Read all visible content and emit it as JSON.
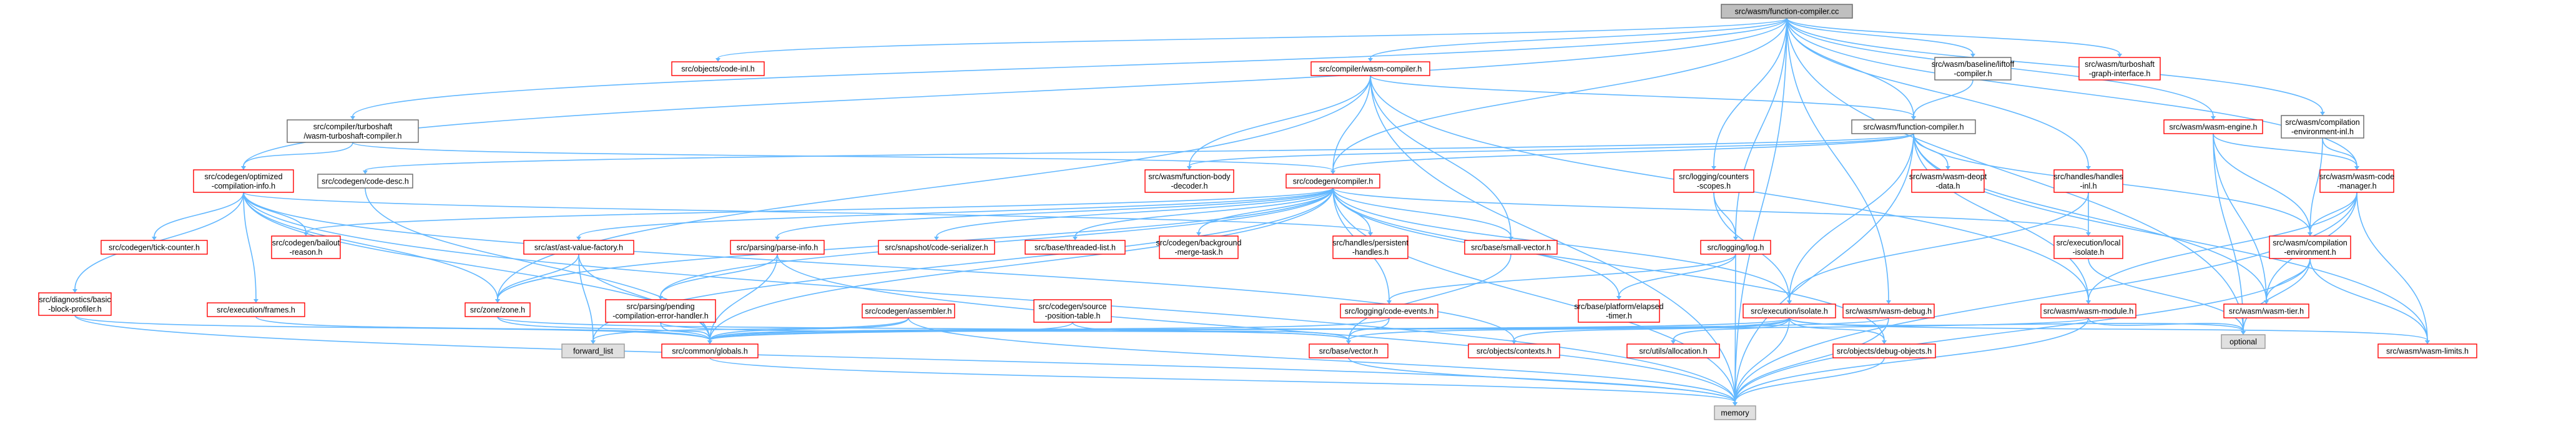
{
  "nodes": [
    {
      "id": "root",
      "lines": [
        "src/wasm/function-compiler.cc"
      ],
      "style": "root"
    },
    {
      "id": "objects_code_inl",
      "lines": [
        "src/objects/code-inl.h"
      ],
      "style": "red"
    },
    {
      "id": "compiler_wasm_compiler",
      "lines": [
        "src/compiler/wasm-compiler.h"
      ],
      "style": "red"
    },
    {
      "id": "wasm_baseline_liftoff",
      "lines": [
        "src/wasm/baseline/liftoff",
        "-compiler.h"
      ],
      "style": "black"
    },
    {
      "id": "wasm_turboshaft_graph",
      "lines": [
        "src/wasm/turboshaft",
        "-graph-interface.h"
      ],
      "style": "red"
    },
    {
      "id": "wasm_engine",
      "lines": [
        "src/wasm/wasm-engine.h"
      ],
      "style": "red"
    },
    {
      "id": "wasm_compilation_env_inl",
      "lines": [
        "src/wasm/compilation",
        "-environment-inl.h"
      ],
      "style": "black"
    },
    {
      "id": "compiler_turboshaft_wasm",
      "lines": [
        "src/compiler/turboshaft",
        "/wasm-turboshaft-compiler.h"
      ],
      "style": "black"
    },
    {
      "id": "wasm_function_compiler",
      "lines": [
        "src/wasm/function-compiler.h"
      ],
      "style": "black"
    },
    {
      "id": "codegen_optimized_comp",
      "lines": [
        "src/codegen/optimized",
        "-compilation-info.h"
      ],
      "style": "red"
    },
    {
      "id": "codegen_code_desc",
      "lines": [
        "src/codegen/code-desc.h"
      ],
      "style": "black"
    },
    {
      "id": "wasm_function_body_decoder",
      "lines": [
        "src/wasm/function-body",
        "-decoder.h"
      ],
      "style": "red"
    },
    {
      "id": "codegen_compiler",
      "lines": [
        "src/codegen/compiler.h"
      ],
      "style": "red"
    },
    {
      "id": "logging_counters_scopes",
      "lines": [
        "src/logging/counters",
        "-scopes.h"
      ],
      "style": "red"
    },
    {
      "id": "wasm_deopt_data",
      "lines": [
        "src/wasm/wasm-deopt",
        "-data.h"
      ],
      "style": "red"
    },
    {
      "id": "handles_handles_inl",
      "lines": [
        "src/handles/handles",
        "-inl.h"
      ],
      "style": "red"
    },
    {
      "id": "wasm_code_manager",
      "lines": [
        "src/wasm/wasm-code",
        "-manager.h"
      ],
      "style": "red"
    },
    {
      "id": "codegen_tick_counter",
      "lines": [
        "src/codegen/tick-counter.h"
      ],
      "style": "red"
    },
    {
      "id": "codegen_bailout_reason",
      "lines": [
        "src/codegen/bailout",
        "-reason.h"
      ],
      "style": "red"
    },
    {
      "id": "ast_value_factory",
      "lines": [
        "src/ast/ast-value-factory.h"
      ],
      "style": "red"
    },
    {
      "id": "parsing_parse_info",
      "lines": [
        "src/parsing/parse-info.h"
      ],
      "style": "red"
    },
    {
      "id": "snapshot_code_serializer",
      "lines": [
        "src/snapshot/code-serializer.h"
      ],
      "style": "red"
    },
    {
      "id": "base_threaded_list",
      "lines": [
        "src/base/threaded-list.h"
      ],
      "style": "red"
    },
    {
      "id": "codegen_background_merge",
      "lines": [
        "src/codegen/background",
        "-merge-task.h"
      ],
      "style": "red"
    },
    {
      "id": "handles_persistent",
      "lines": [
        "src/handles/persistent",
        "-handles.h"
      ],
      "style": "red"
    },
    {
      "id": "base_small_vector",
      "lines": [
        "src/base/small-vector.h"
      ],
      "style": "red"
    },
    {
      "id": "logging_log",
      "lines": [
        "src/logging/log.h"
      ],
      "style": "red"
    },
    {
      "id": "execution_local_isolate",
      "lines": [
        "src/execution/local",
        "-isolate.h"
      ],
      "style": "red"
    },
    {
      "id": "wasm_compilation_env",
      "lines": [
        "src/wasm/compilation",
        "-environment.h"
      ],
      "style": "red"
    },
    {
      "id": "diagnostics_basic_block",
      "lines": [
        "src/diagnostics/basic",
        "-block-profiler.h"
      ],
      "style": "red"
    },
    {
      "id": "execution_frames",
      "lines": [
        "src/execution/frames.h"
      ],
      "style": "red"
    },
    {
      "id": "zone_zone",
      "lines": [
        "src/zone/zone.h"
      ],
      "style": "red"
    },
    {
      "id": "parsing_pending_comp",
      "lines": [
        "src/parsing/pending",
        "-compilation-error-handler.h"
      ],
      "style": "red"
    },
    {
      "id": "codegen_assembler",
      "lines": [
        "src/codegen/assembler.h"
      ],
      "style": "red"
    },
    {
      "id": "codegen_source_position",
      "lines": [
        "src/codegen/source",
        "-position-table.h"
      ],
      "style": "red"
    },
    {
      "id": "logging_code_events",
      "lines": [
        "src/logging/code-events.h"
      ],
      "style": "red"
    },
    {
      "id": "base_platform_elapsed",
      "lines": [
        "src/base/platform/elapsed",
        "-timer.h"
      ],
      "style": "red"
    },
    {
      "id": "execution_isolate",
      "lines": [
        "src/execution/isolate.h"
      ],
      "style": "red"
    },
    {
      "id": "wasm_wasm_debug",
      "lines": [
        "src/wasm/wasm-debug.h"
      ],
      "style": "red"
    },
    {
      "id": "wasm_wasm_module",
      "lines": [
        "src/wasm/wasm-module.h"
      ],
      "style": "red"
    },
    {
      "id": "wasm_wasm_tier",
      "lines": [
        "src/wasm/wasm-tier.h"
      ],
      "style": "red"
    },
    {
      "id": "forward_list",
      "lines": [
        "forward_list"
      ],
      "style": "gray"
    },
    {
      "id": "common_globals",
      "lines": [
        "src/common/globals.h"
      ],
      "style": "red"
    },
    {
      "id": "base_vector",
      "lines": [
        "src/base/vector.h"
      ],
      "style": "red"
    },
    {
      "id": "objects_contexts",
      "lines": [
        "src/objects/contexts.h"
      ],
      "style": "red"
    },
    {
      "id": "utils_allocation",
      "lines": [
        "src/utils/allocation.h"
      ],
      "style": "red"
    },
    {
      "id": "objects_debug_objects",
      "lines": [
        "src/objects/debug-objects.h"
      ],
      "style": "red"
    },
    {
      "id": "optional",
      "lines": [
        "optional"
      ],
      "style": "gray"
    },
    {
      "id": "wasm_wasm_limits",
      "lines": [
        "src/wasm/wasm-limits.h"
      ],
      "style": "red"
    },
    {
      "id": "memory",
      "lines": [
        "memory"
      ],
      "style": "gray"
    }
  ],
  "edges": [
    [
      "root",
      "objects_code_inl"
    ],
    [
      "root",
      "compiler_wasm_compiler"
    ],
    [
      "root",
      "wasm_baseline_liftoff"
    ],
    [
      "root",
      "wasm_turboshaft_graph"
    ],
    [
      "root",
      "wasm_engine"
    ],
    [
      "root",
      "wasm_compilation_env_inl"
    ],
    [
      "root",
      "wasm_function_compiler"
    ],
    [
      "root",
      "codegen_optimized_comp"
    ],
    [
      "root",
      "compiler_turboshaft_wasm"
    ],
    [
      "root",
      "codegen_compiler"
    ],
    [
      "root",
      "logging_counters_scopes"
    ],
    [
      "root",
      "handles_handles_inl"
    ],
    [
      "root",
      "wasm_code_manager"
    ],
    [
      "root",
      "logging_log"
    ],
    [
      "root",
      "wasm_wasm_debug"
    ],
    [
      "root",
      "optional"
    ],
    [
      "root",
      "memory"
    ],
    [
      "compiler_wasm_compiler",
      "wasm_function_compiler"
    ],
    [
      "compiler_wasm_compiler",
      "wasm_function_body_decoder"
    ],
    [
      "compiler_wasm_compiler",
      "codegen_compiler"
    ],
    [
      "compiler_wasm_compiler",
      "base_small_vector"
    ],
    [
      "compiler_wasm_compiler",
      "zone_zone"
    ],
    [
      "compiler_wasm_compiler",
      "wasm_wasm_module"
    ],
    [
      "compiler_wasm_compiler",
      "memory"
    ],
    [
      "wasm_baseline_liftoff",
      "wasm_function_compiler"
    ],
    [
      "compiler_turboshaft_wasm",
      "codegen_optimized_comp"
    ],
    [
      "compiler_turboshaft_wasm",
      "codegen_compiler"
    ],
    [
      "wasm_function_compiler",
      "codegen_code_desc"
    ],
    [
      "wasm_function_compiler",
      "wasm_function_body_decoder"
    ],
    [
      "wasm_function_compiler",
      "codegen_compiler"
    ],
    [
      "wasm_function_compiler",
      "wasm_deopt_data"
    ],
    [
      "wasm_function_compiler",
      "wasm_compilation_env"
    ],
    [
      "wasm_function_compiler",
      "wasm_wasm_module"
    ],
    [
      "wasm_function_compiler",
      "wasm_wasm_tier"
    ],
    [
      "wasm_function_compiler",
      "wasm_wasm_limits"
    ],
    [
      "wasm_function_compiler",
      "memory"
    ],
    [
      "wasm_function_compiler",
      "execution_isolate"
    ],
    [
      "wasm_engine",
      "wasm_code_manager"
    ],
    [
      "wasm_engine",
      "wasm_wasm_tier"
    ],
    [
      "wasm_engine",
      "wasm_compilation_env"
    ],
    [
      "wasm_engine",
      "optional"
    ],
    [
      "wasm_compilation_env_inl",
      "wasm_compilation_env"
    ],
    [
      "wasm_compilation_env_inl",
      "wasm_code_manager"
    ],
    [
      "wasm_code_manager",
      "wasm_compilation_env"
    ],
    [
      "wasm_code_manager",
      "wasm_wasm_tier"
    ],
    [
      "wasm_code_manager",
      "wasm_wasm_limits"
    ],
    [
      "wasm_code_manager",
      "wasm_wasm_module"
    ],
    [
      "wasm_code_manager",
      "memory"
    ],
    [
      "codegen_optimized_comp",
      "codegen_tick_counter"
    ],
    [
      "codegen_optimized_comp",
      "codegen_bailout_reason"
    ],
    [
      "codegen_optimized_comp",
      "diagnostics_basic_block"
    ],
    [
      "codegen_optimized_comp",
      "execution_frames"
    ],
    [
      "codegen_optimized_comp",
      "handles_persistent"
    ],
    [
      "codegen_optimized_comp",
      "zone_zone"
    ],
    [
      "codegen_optimized_comp",
      "common_globals"
    ],
    [
      "codegen_optimized_comp",
      "memory"
    ],
    [
      "codegen_optimized_comp",
      "objects_contexts"
    ],
    [
      "codegen_code_desc",
      "common_globals"
    ],
    [
      "codegen_compiler",
      "codegen_bailout_reason"
    ],
    [
      "codegen_compiler",
      "ast_value_factory"
    ],
    [
      "codegen_compiler",
      "parsing_parse_info"
    ],
    [
      "codegen_compiler",
      "snapshot_code_serializer"
    ],
    [
      "codegen_compiler",
      "base_threaded_list"
    ],
    [
      "codegen_compiler",
      "codegen_background_merge"
    ],
    [
      "codegen_compiler",
      "handles_persistent"
    ],
    [
      "codegen_compiler",
      "base_small_vector"
    ],
    [
      "codegen_compiler",
      "logging_code_events"
    ],
    [
      "codegen_compiler",
      "execution_isolate"
    ],
    [
      "codegen_compiler",
      "execution_local_isolate"
    ],
    [
      "codegen_compiler",
      "parsing_pending_comp"
    ],
    [
      "codegen_compiler",
      "zone_zone"
    ],
    [
      "codegen_compiler",
      "common_globals"
    ],
    [
      "codegen_compiler",
      "forward_list"
    ],
    [
      "codegen_compiler",
      "memory"
    ],
    [
      "codegen_compiler",
      "base_platform_elapsed"
    ],
    [
      "codegen_compiler",
      "objects_debug_objects"
    ],
    [
      "logging_counters_scopes",
      "logging_log"
    ],
    [
      "logging_counters_scopes",
      "execution_isolate"
    ],
    [
      "logging_log",
      "logging_code_events"
    ],
    [
      "logging_log",
      "base_platform_elapsed"
    ],
    [
      "logging_log",
      "memory"
    ],
    [
      "handles_handles_inl",
      "execution_local_isolate"
    ],
    [
      "handles_handles_inl",
      "execution_isolate"
    ],
    [
      "execution_local_isolate",
      "optional"
    ],
    [
      "wasm_compilation_env",
      "wasm_wasm_tier"
    ],
    [
      "wasm_compilation_env",
      "wasm_wasm_limits"
    ],
    [
      "wasm_compilation_env",
      "optional"
    ],
    [
      "wasm_compilation_env",
      "memory"
    ],
    [
      "diagnostics_basic_block",
      "common_globals"
    ],
    [
      "diagnostics_basic_block",
      "memory"
    ],
    [
      "execution_frames",
      "common_globals"
    ],
    [
      "ast_value_factory",
      "zone_zone"
    ],
    [
      "ast_value_factory",
      "common_globals"
    ],
    [
      "ast_value_factory",
      "forward_list"
    ],
    [
      "zone_zone",
      "base_vector"
    ],
    [
      "zone_zone",
      "common_globals"
    ],
    [
      "parsing_parse_info",
      "parsing_pending_comp"
    ],
    [
      "parsing_parse_info",
      "common_globals"
    ],
    [
      "parsing_parse_info",
      "memory"
    ],
    [
      "parsing_pending_comp",
      "common_globals"
    ],
    [
      "parsing_pending_comp",
      "base_vector"
    ],
    [
      "codegen_assembler",
      "common_globals"
    ],
    [
      "codegen_assembler",
      "memory"
    ],
    [
      "codegen_assembler",
      "forward_list"
    ],
    [
      "codegen_source_position",
      "common_globals"
    ],
    [
      "codegen_source_position",
      "base_vector"
    ],
    [
      "logging_code_events",
      "base_vector"
    ],
    [
      "logging_code_events",
      "common_globals"
    ],
    [
      "base_small_vector",
      "base_vector"
    ],
    [
      "execution_isolate",
      "base_vector"
    ],
    [
      "execution_isolate",
      "objects_contexts"
    ],
    [
      "execution_isolate",
      "utils_allocation"
    ],
    [
      "execution_isolate",
      "objects_debug_objects"
    ],
    [
      "execution_isolate",
      "optional"
    ],
    [
      "execution_isolate",
      "memory"
    ],
    [
      "execution_isolate",
      "common_globals"
    ],
    [
      "execution_isolate",
      "wasm_wasm_limits"
    ],
    [
      "objects_debug_objects",
      "memory"
    ],
    [
      "wasm_wasm_debug",
      "common_globals"
    ],
    [
      "wasm_wasm_debug",
      "memory"
    ],
    [
      "wasm_wasm_module",
      "common_globals"
    ],
    [
      "wasm_wasm_module",
      "optional"
    ],
    [
      "wasm_wasm_module",
      "memory"
    ],
    [
      "common_globals",
      "memory"
    ],
    [
      "base_vector",
      "memory"
    ]
  ]
}
